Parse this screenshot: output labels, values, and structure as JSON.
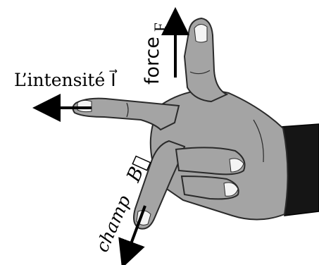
{
  "labels": {
    "intensity": "L’intensité I⃗",
    "force_word": "force",
    "force_symbol": "F",
    "field_word": "champ",
    "field_symbol": "B⃗"
  },
  "colors": {
    "hand_fill": "#a4a4a4",
    "hand_outline": "#2a2a2a",
    "nail": "#f4f4f4",
    "sleeve": "#151515",
    "arrow": "#000000"
  }
}
